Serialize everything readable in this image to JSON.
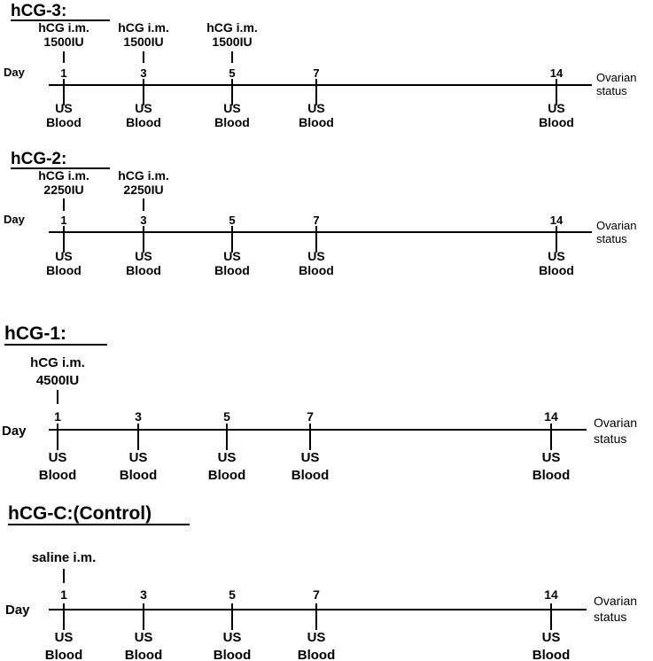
{
  "diagram": {
    "line_color": "#000000",
    "text_color": "#000000",
    "background": "#ffffff",
    "common": {
      "day_label": "Day",
      "end_label_line1": "Ovarian",
      "end_label_line2": "status",
      "below_line1": "US",
      "below_line2": "Blood"
    },
    "panels": [
      {
        "title": "hCG-3:",
        "days": [
          "1",
          "3",
          "5",
          "7",
          "14"
        ],
        "doses": [
          {
            "day": "1",
            "line1": "hCG i.m.",
            "line2": "1500IU"
          },
          {
            "day": "3",
            "line1": "hCG i.m.",
            "line2": "1500IU"
          },
          {
            "day": "5",
            "line1": "hCG i.m.",
            "line2": "1500IU"
          }
        ]
      },
      {
        "title": "hCG-2:",
        "days": [
          "1",
          "3",
          "5",
          "7",
          "14"
        ],
        "doses": [
          {
            "day": "1",
            "line1": "hCG i.m.",
            "line2": "2250IU"
          },
          {
            "day": "3",
            "line1": "hCG i.m.",
            "line2": "2250IU"
          }
        ]
      },
      {
        "title": "hCG-1:",
        "days": [
          "1",
          "3",
          "5",
          "7",
          "14"
        ],
        "doses": [
          {
            "day": "1",
            "line1": "hCG i.m.",
            "line2": "4500IU"
          }
        ]
      },
      {
        "title": "hCG-C:(Control)",
        "days": [
          "1",
          "3",
          "5",
          "7",
          "14"
        ],
        "doses": [
          {
            "day": "1",
            "line1": "saline i.m.",
            "line2": ""
          }
        ]
      }
    ]
  }
}
